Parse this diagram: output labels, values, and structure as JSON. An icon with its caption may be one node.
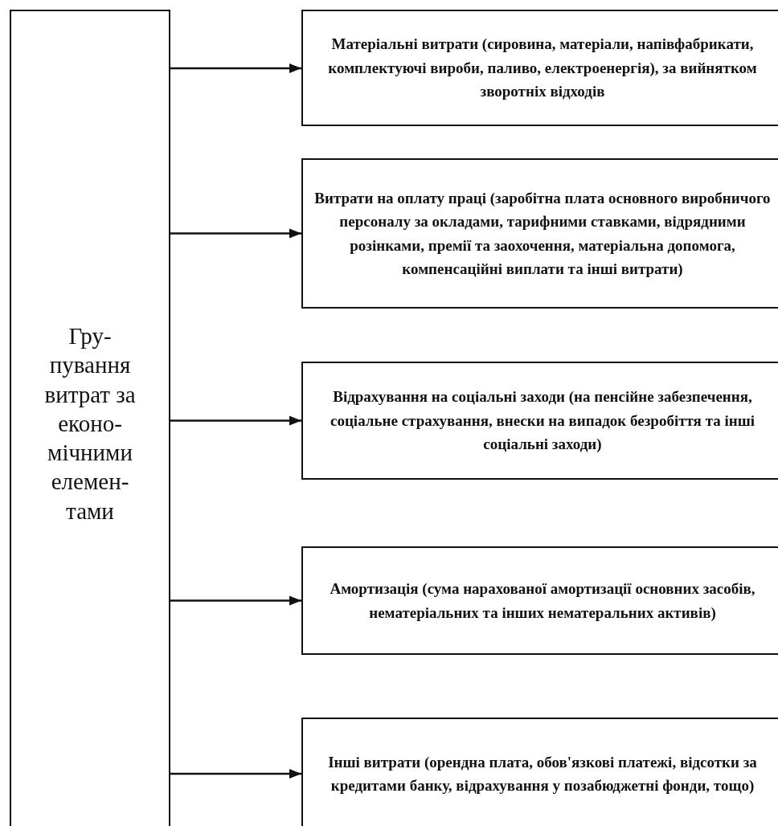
{
  "diagram": {
    "nodes": [
      {
        "text": [
          "Гру- пування витрат за еконо- мічними елемен- тами"
        ]
      },
      {
        "text": [
          "Матеріальні витрати (сировина, матеріали, напівфабрикати, комплектуючі вироби, паливо, електроенергія), за вийнятком зворотніх відходів"
        ]
      },
      {
        "text": [
          "Витрати на оплату праці (заробітна плата основного виробничого персоналу за окладами, тарифними ставками, відрядними розінками, премії та заохочення, матеріальна допомога, компенсаційні виплати та інші витрати)"
        ]
      },
      {
        "text": [
          "Відрахування на соціальні заходи (на пенсійне забезпечення, соціальне страхування, внески на випадок безробіття та інші соціальні заходи)"
        ]
      },
      {
        "text": [
          "Амортизація (сума нарахованої амортизації основних засобів, нематеріальних та інших нематеральних активів)"
        ]
      },
      {
        "text": [
          "Інші витрати (орендна плата, обов'язкові платежі, відсотки за кредитами банку, відрахування у позабюджетні фонди, тощо)"
        ]
      }
    ],
    "edges": [
      {
        "from": 0,
        "to": 1,
        "arrow": "to"
      },
      {
        "from": 0,
        "to": 2,
        "arrow": "to"
      },
      {
        "from": 0,
        "to": 3,
        "arrow": "to"
      },
      {
        "from": 0,
        "to": 4,
        "arrow": "to"
      },
      {
        "from": 0,
        "to": 5,
        "arrow": "to"
      }
    ]
  }
}
